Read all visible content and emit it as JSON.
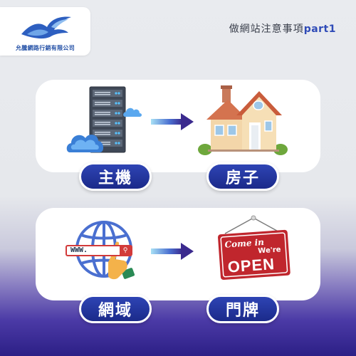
{
  "brand": {
    "name": "允騰網路行銷有限公司"
  },
  "header": {
    "title_main": "做網站注意事項",
    "title_accent": "part1"
  },
  "top_panel": {
    "left_label": "主機",
    "right_label": "房子"
  },
  "bottom_panel": {
    "left_label": "網域",
    "right_label": "門牌",
    "browser_text": "WWW.",
    "sign_line1": "Come in",
    "sign_line2": "We're",
    "sign_line3": "OPEN"
  },
  "colors": {
    "pill_blue": "#233a9e",
    "arrow_start": "#9ad7f2",
    "arrow_end": "#3c2a8f",
    "sign_red": "#c0262d"
  }
}
